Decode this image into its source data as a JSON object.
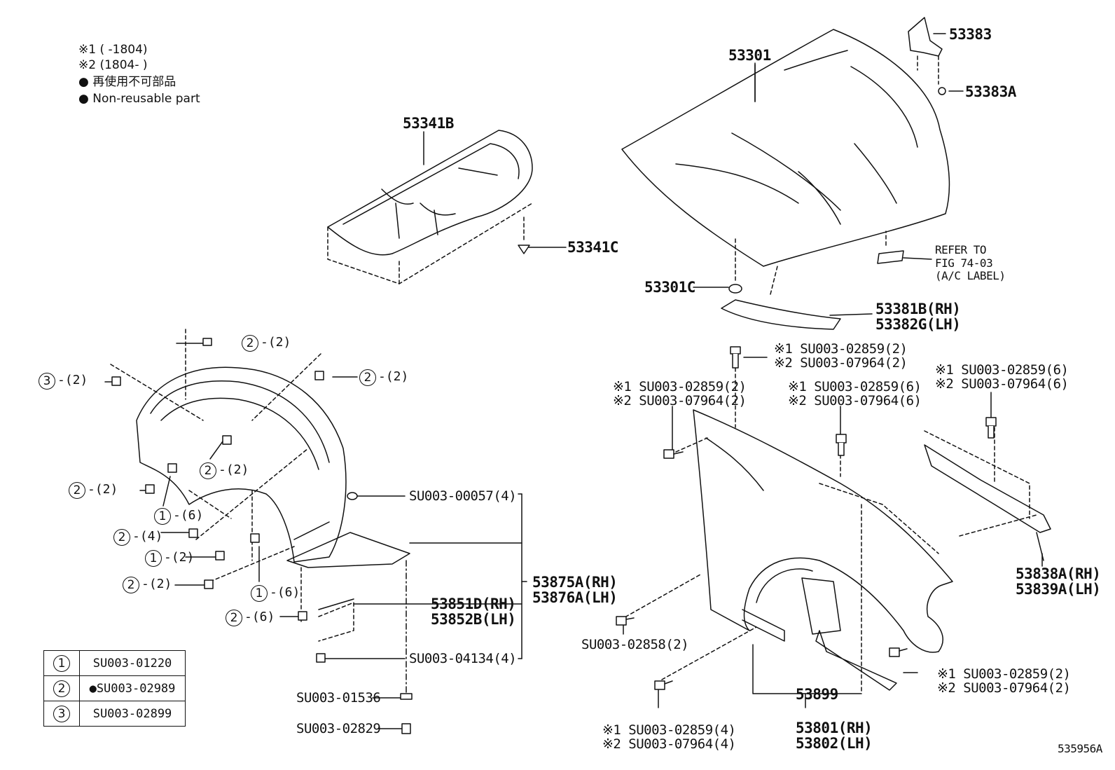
{
  "notes": {
    "mark1": "※1 (      -1804)",
    "mark2": "※2 (1804-      )",
    "nonreuse_jp": "● 再使用不可部品",
    "nonreuse_en": "● Non-reusable part"
  },
  "parts": {
    "p53301": "53301",
    "p53383": "53383",
    "p53383A": "53383A",
    "p53341B": "53341B",
    "p53341C": "53341C",
    "p53301C": "53301C",
    "refer1": "REFER TO",
    "refer2": "FIG 74-03",
    "refer3": "(A/C LABEL)",
    "p53381B": "53381B(RH)",
    "p53382G": "53382G(LH)",
    "p53838A": "53838A(RH)",
    "p53839A": "53839A(LH)",
    "p53875A": "53875A(RH)",
    "p53876A": "53876A(LH)",
    "p53851D": "53851D(RH)",
    "p53852B": "53852B(LH)",
    "p53899": "53899",
    "p53801": "53801(RH)",
    "p53802": "53802(LH)",
    "su00057": "SU003-00057(4)",
    "su04134": "SU003-04134(4)",
    "su01536": "SU003-01536",
    "su02829": "SU003-02829",
    "su02858": "SU003-02858(2)",
    "fig_id": "535956A"
  },
  "bolt_callouts": {
    "top_a1": "※1 SU003-02859(2)",
    "top_a2": "※2 SU003-07964(2)",
    "left_a1": "※1  SU003-02859(2)",
    "left_a2": "※2  SU003-07964(2)",
    "mid_a1": "※1 SU003-02859(6)",
    "mid_a2": "※2 SU003-07964(6)",
    "right_a1": "※1 SU003-02859(6)",
    "right_a2": "※2 SU003-07964(6)",
    "br_a1": "※1 SU003-02859(2)",
    "br_a2": "※2 SU003-07964(2)",
    "bot_a1": "※1 SU003-02859(4)",
    "bot_a2": "※2 SU003-07964(4)"
  },
  "refs": {
    "c1": "1",
    "c2": "2",
    "c3": "3",
    "q2": "-(2)",
    "q4": "-(4)",
    "q6": "-(6)"
  },
  "legend": [
    {
      "key": "1",
      "value": "SU003-01220"
    },
    {
      "key": "2",
      "value": "●SU003-02989"
    },
    {
      "key": "3",
      "value": "SU003-02899"
    }
  ]
}
